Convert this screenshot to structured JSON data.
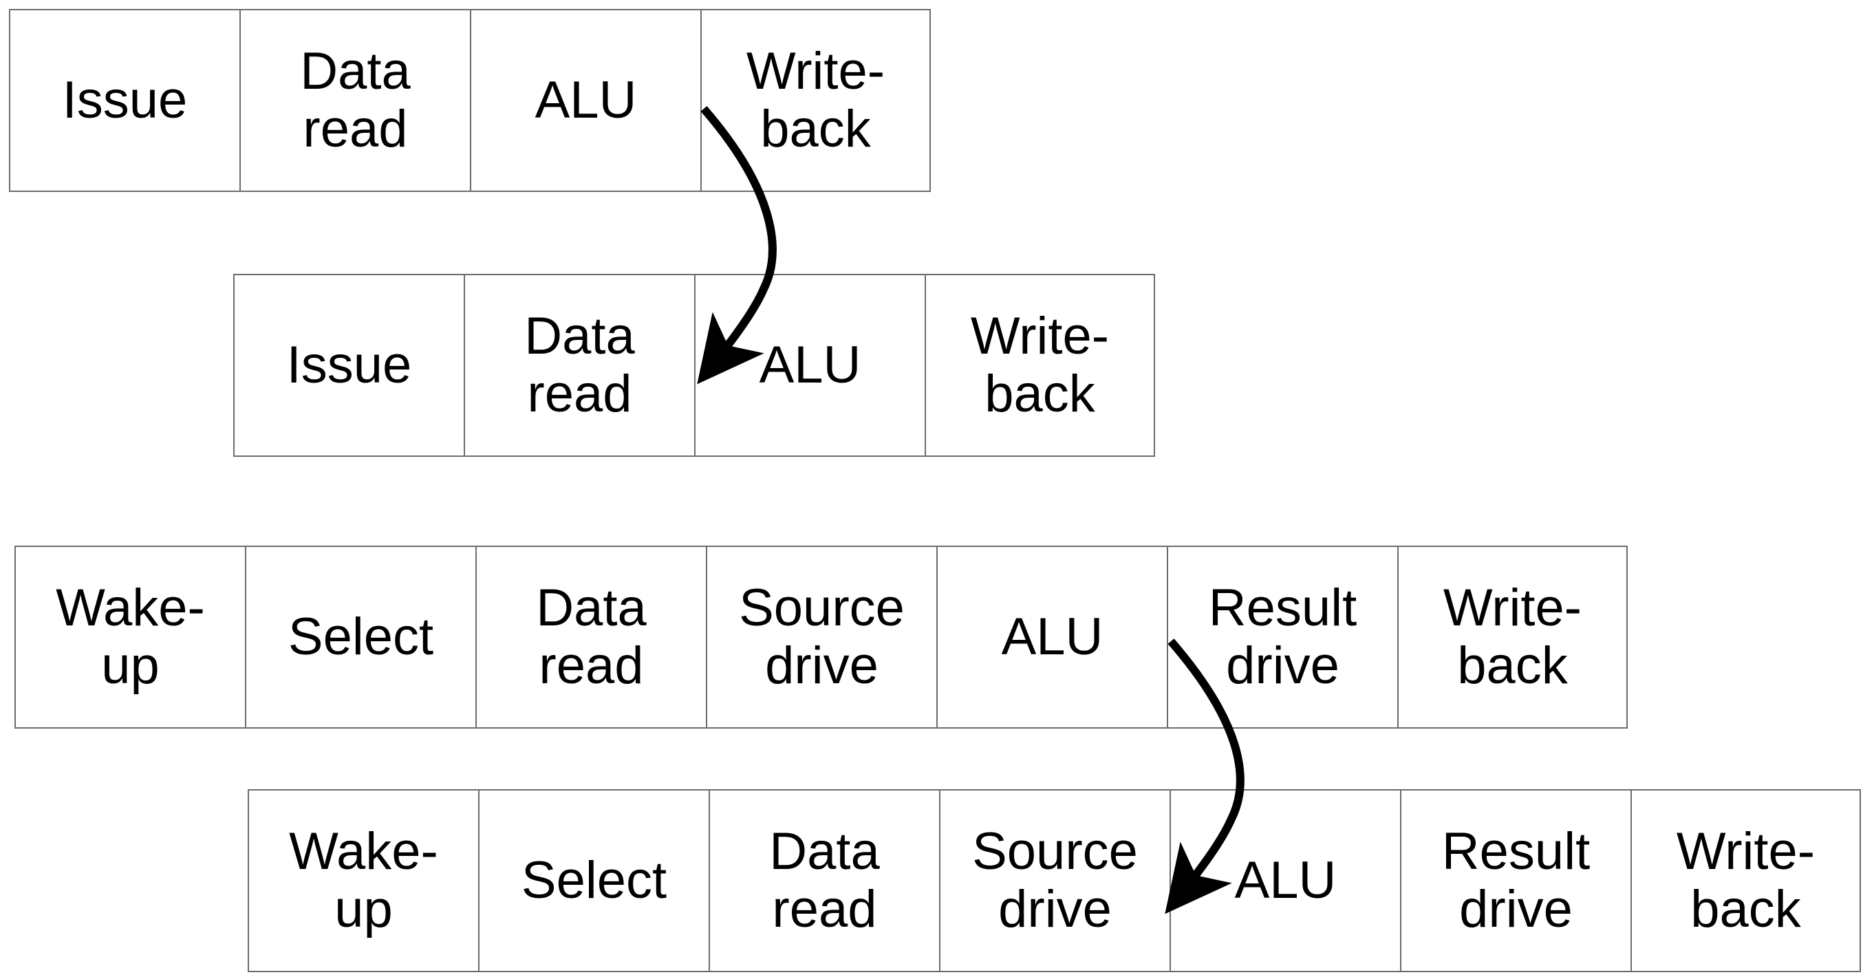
{
  "rows": [
    {
      "stages": [
        "Issue",
        "Data\nread",
        "ALU",
        "Write-\nback"
      ]
    },
    {
      "stages": [
        "Issue",
        "Data\nread",
        "ALU",
        "Write-\nback"
      ]
    },
    {
      "stages": [
        "Wake-\nup",
        "Select",
        "Data\nread",
        "Source\ndrive",
        "ALU",
        "Result\ndrive",
        "Write-\nback"
      ]
    },
    {
      "stages": [
        "Wake-\nup",
        "Select",
        "Data\nread",
        "Source\ndrive",
        "ALU",
        "Result\ndrive",
        "Write-\nback"
      ]
    }
  ],
  "colors": {
    "cell_border": "#6b6b6b",
    "text": "#000000",
    "arrow": "#000000",
    "background": "#ffffff"
  }
}
